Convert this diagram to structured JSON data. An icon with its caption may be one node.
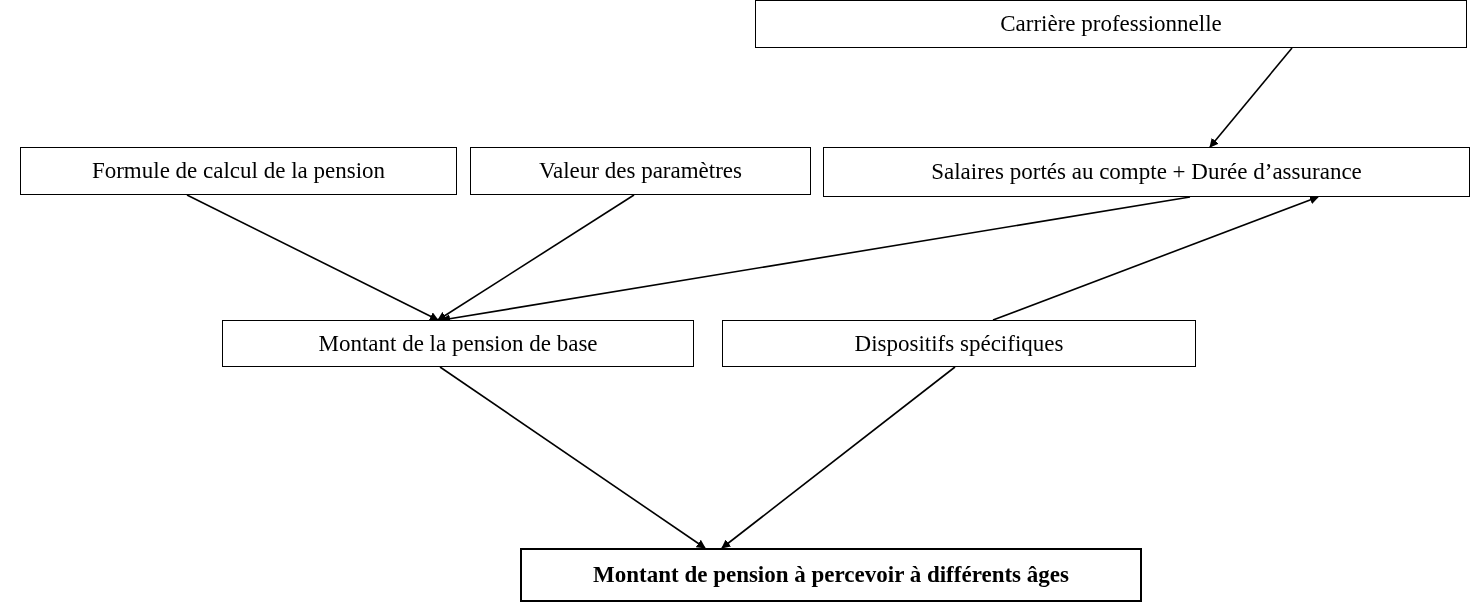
{
  "diagram": {
    "nodes": [
      {
        "text": [
          "Carrière professionnelle"
        ]
      },
      {
        "text": [
          "Formule de calcul de la pension"
        ]
      },
      {
        "text": [
          "Valeur des paramètres"
        ]
      },
      {
        "text": [
          "Salaires portés au compte + Durée d’assurance"
        ]
      },
      {
        "text": [
          "Montant de la pension de base"
        ]
      },
      {
        "text": [
          "Dispositifs spécifiques"
        ]
      },
      {
        "text": [
          "Montant de pension à percevoir à différents âges"
        ]
      }
    ],
    "edges": [
      {
        "from": 0,
        "to": 3,
        "arrow": "to"
      },
      {
        "from": 1,
        "to": 4,
        "arrow": "to"
      },
      {
        "from": 2,
        "to": 4,
        "arrow": "to"
      },
      {
        "from": 3,
        "to": 4,
        "arrow": "to"
      },
      {
        "from": 5,
        "to": 3,
        "arrow": "to"
      },
      {
        "from": 4,
        "to": 6,
        "arrow": "to"
      },
      {
        "from": 5,
        "to": 6,
        "arrow": "to"
      }
    ]
  }
}
